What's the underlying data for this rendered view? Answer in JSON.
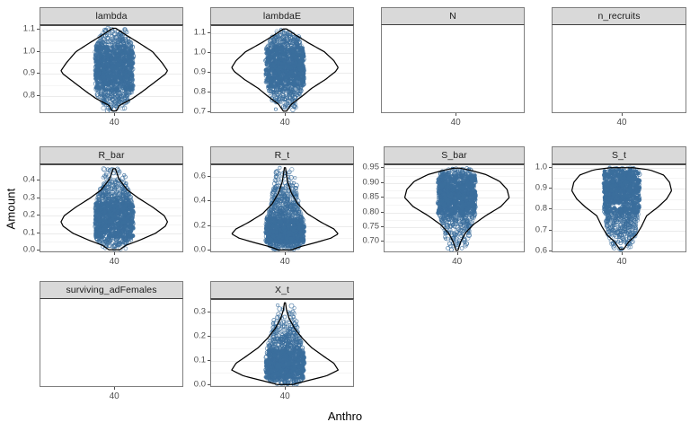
{
  "figure": {
    "axis_labels": {
      "x": "Anthro",
      "y": "Amount"
    },
    "x_tick_label": "40",
    "colors": {
      "point": "#3b6e9c",
      "violin_outline": "#000000",
      "strip_background": "#d9d9d9",
      "panel_background": "#ffffff",
      "gridline": "#ebebeb",
      "axis_text": "#4d4d4d",
      "panel_border": "#7f7f7f"
    }
  },
  "chart_data": {
    "type": "scatter",
    "plot_kind": "violin-with-jittered-points",
    "title": "",
    "xlabel": "Anthro",
    "ylabel": "Amount",
    "grid": true,
    "legend": "none",
    "facet_layout": {
      "rows": 3,
      "cols": 4
    },
    "x": {
      "values": [
        40
      ],
      "tick_labels": [
        "40"
      ],
      "note": "single x category at Anthro = 40"
    },
    "panels": [
      {
        "name": "lambda",
        "row": 1,
        "col": 1,
        "empty": false,
        "ylim": [
          0.725,
          1.115
        ],
        "yticks": [
          0.8,
          0.9,
          1.0,
          1.1
        ],
        "ytick_labels": [
          "0.8",
          "0.9",
          "1.0",
          "1.1"
        ],
        "data_min": 0.735,
        "data_max": 1.105,
        "median": 0.92,
        "violin_mode": 0.915,
        "density_profile": [
          {
            "y": 0.735,
            "w": 0.04
          },
          {
            "y": 0.76,
            "w": 0.1
          },
          {
            "y": 0.79,
            "w": 0.34
          },
          {
            "y": 0.82,
            "w": 0.52
          },
          {
            "y": 0.86,
            "w": 0.74
          },
          {
            "y": 0.9,
            "w": 0.96
          },
          {
            "y": 0.915,
            "w": 1.0
          },
          {
            "y": 0.95,
            "w": 0.9
          },
          {
            "y": 1.0,
            "w": 0.72
          },
          {
            "y": 1.04,
            "w": 0.46
          },
          {
            "y": 1.075,
            "w": 0.22
          },
          {
            "y": 1.105,
            "w": 0.03
          }
        ]
      },
      {
        "name": "lambdaE",
        "row": 1,
        "col": 2,
        "empty": false,
        "ylim": [
          0.695,
          1.135
        ],
        "yticks": [
          0.7,
          0.8,
          0.9,
          1.0,
          1.1
        ],
        "ytick_labels": [
          "0.7",
          "0.8",
          "0.9",
          "1.0",
          "1.1"
        ],
        "data_min": 0.705,
        "data_max": 1.12,
        "median": 0.93,
        "violin_mode": 0.925,
        "density_profile": [
          {
            "y": 0.705,
            "w": 0.03
          },
          {
            "y": 0.74,
            "w": 0.12
          },
          {
            "y": 0.78,
            "w": 0.32
          },
          {
            "y": 0.82,
            "w": 0.5
          },
          {
            "y": 0.865,
            "w": 0.76
          },
          {
            "y": 0.905,
            "w": 0.95
          },
          {
            "y": 0.925,
            "w": 1.0
          },
          {
            "y": 0.96,
            "w": 0.92
          },
          {
            "y": 1.005,
            "w": 0.74
          },
          {
            "y": 1.05,
            "w": 0.44
          },
          {
            "y": 1.09,
            "w": 0.2
          },
          {
            "y": 1.12,
            "w": 0.03
          }
        ]
      },
      {
        "name": "N",
        "row": 1,
        "col": 3,
        "empty": true,
        "ylim": null,
        "yticks": [],
        "ytick_labels": []
      },
      {
        "name": "n_recruits",
        "row": 1,
        "col": 4,
        "empty": true,
        "ylim": null,
        "yticks": [],
        "ytick_labels": []
      },
      {
        "name": "R_bar",
        "row": 2,
        "col": 1,
        "empty": false,
        "ylim": [
          -0.01,
          0.49
        ],
        "yticks": [
          0.0,
          0.1,
          0.2,
          0.3,
          0.4
        ],
        "ytick_labels": [
          "0.0",
          "0.1",
          "0.2",
          "0.3",
          "0.4"
        ],
        "data_min": 0.002,
        "data_max": 0.47,
        "median": 0.165,
        "violin_mode": 0.16,
        "density_profile": [
          {
            "y": 0.005,
            "w": 0.1
          },
          {
            "y": 0.03,
            "w": 0.22
          },
          {
            "y": 0.06,
            "w": 0.48
          },
          {
            "y": 0.1,
            "w": 0.78
          },
          {
            "y": 0.14,
            "w": 0.96
          },
          {
            "y": 0.165,
            "w": 1.0
          },
          {
            "y": 0.2,
            "w": 0.94
          },
          {
            "y": 0.25,
            "w": 0.72
          },
          {
            "y": 0.3,
            "w": 0.46
          },
          {
            "y": 0.35,
            "w": 0.24
          },
          {
            "y": 0.41,
            "w": 0.09
          },
          {
            "y": 0.47,
            "w": 0.02
          }
        ]
      },
      {
        "name": "R_t",
        "row": 2,
        "col": 2,
        "empty": false,
        "ylim": [
          -0.015,
          0.695
        ],
        "yticks": [
          0.0,
          0.2,
          0.4,
          0.6
        ],
        "ytick_labels": [
          "0.0",
          "0.2",
          "0.4",
          "0.6"
        ],
        "data_min": 0.002,
        "data_max": 0.675,
        "median": 0.145,
        "violin_mode": 0.135,
        "density_profile": [
          {
            "y": 0.004,
            "w": 0.12
          },
          {
            "y": 0.03,
            "w": 0.28
          },
          {
            "y": 0.06,
            "w": 0.54
          },
          {
            "y": 0.1,
            "w": 0.86
          },
          {
            "y": 0.135,
            "w": 1.0
          },
          {
            "y": 0.175,
            "w": 0.92
          },
          {
            "y": 0.23,
            "w": 0.68
          },
          {
            "y": 0.3,
            "w": 0.42
          },
          {
            "y": 0.38,
            "w": 0.24
          },
          {
            "y": 0.47,
            "w": 0.12
          },
          {
            "y": 0.56,
            "w": 0.05
          },
          {
            "y": 0.675,
            "w": 0.01
          }
        ]
      },
      {
        "name": "S_bar",
        "row": 2,
        "col": 3,
        "empty": false,
        "ylim": [
          0.665,
          0.96
        ],
        "yticks": [
          0.7,
          0.75,
          0.8,
          0.85,
          0.9,
          0.95
        ],
        "ytick_labels": [
          "0.70",
          "0.75",
          "0.80",
          "0.85",
          "0.90",
          "0.95"
        ],
        "data_min": 0.672,
        "data_max": 0.95,
        "median": 0.855,
        "violin_mode": 0.85,
        "density_profile": [
          {
            "y": 0.672,
            "w": 0.02
          },
          {
            "y": 0.7,
            "w": 0.07
          },
          {
            "y": 0.73,
            "w": 0.16
          },
          {
            "y": 0.76,
            "w": 0.32
          },
          {
            "y": 0.79,
            "w": 0.56
          },
          {
            "y": 0.82,
            "w": 0.84
          },
          {
            "y": 0.85,
            "w": 1.0
          },
          {
            "y": 0.878,
            "w": 0.96
          },
          {
            "y": 0.905,
            "w": 0.82
          },
          {
            "y": 0.928,
            "w": 0.56
          },
          {
            "y": 0.942,
            "w": 0.28
          },
          {
            "y": 0.95,
            "w": 0.06
          }
        ]
      },
      {
        "name": "S_t",
        "row": 2,
        "col": 4,
        "empty": false,
        "ylim": [
          0.595,
          1.012
        ],
        "yticks": [
          0.6,
          0.7,
          0.8,
          0.9,
          1.0
        ],
        "ytick_labels": [
          "0.6",
          "0.7",
          "0.8",
          "0.9",
          "1.0"
        ],
        "data_min": 0.61,
        "data_max": 1.0,
        "median": 0.88,
        "violin_mode": 0.89,
        "density_profile": [
          {
            "y": 0.61,
            "w": 0.04
          },
          {
            "y": 0.645,
            "w": 0.14
          },
          {
            "y": 0.68,
            "w": 0.3
          },
          {
            "y": 0.72,
            "w": 0.4
          },
          {
            "y": 0.77,
            "w": 0.5
          },
          {
            "y": 0.81,
            "w": 0.72
          },
          {
            "y": 0.85,
            "w": 0.9
          },
          {
            "y": 0.89,
            "w": 1.0
          },
          {
            "y": 0.93,
            "w": 0.96
          },
          {
            "y": 0.965,
            "w": 0.84
          },
          {
            "y": 0.99,
            "w": 0.56
          },
          {
            "y": 1.0,
            "w": 0.22
          }
        ]
      },
      {
        "name": "surviving_adFemales",
        "row": 3,
        "col": 1,
        "empty": true,
        "ylim": null,
        "yticks": [],
        "ytick_labels": []
      },
      {
        "name": "X_t",
        "row": 3,
        "col": 2,
        "empty": false,
        "ylim": [
          -0.008,
          0.352
        ],
        "yticks": [
          0.0,
          0.1,
          0.2,
          0.3
        ],
        "ytick_labels": [
          "0.0",
          "0.1",
          "0.2",
          "0.3"
        ],
        "data_min": 0.001,
        "data_max": 0.34,
        "median": 0.068,
        "violin_mode": 0.062,
        "density_profile": [
          {
            "y": 0.002,
            "w": 0.14
          },
          {
            "y": 0.018,
            "w": 0.42
          },
          {
            "y": 0.038,
            "w": 0.78
          },
          {
            "y": 0.062,
            "w": 1.0
          },
          {
            "y": 0.09,
            "w": 0.92
          },
          {
            "y": 0.12,
            "w": 0.72
          },
          {
            "y": 0.155,
            "w": 0.5
          },
          {
            "y": 0.195,
            "w": 0.32
          },
          {
            "y": 0.235,
            "w": 0.18
          },
          {
            "y": 0.275,
            "w": 0.08
          },
          {
            "y": 0.31,
            "w": 0.03
          },
          {
            "y": 0.34,
            "w": 0.01
          }
        ]
      }
    ]
  }
}
